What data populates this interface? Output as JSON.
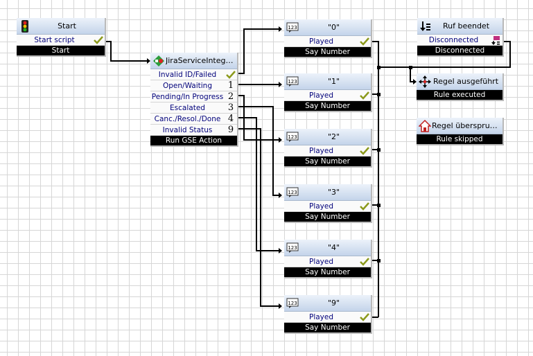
{
  "start": {
    "title": "Start",
    "icon": "traffic-light-icon",
    "row_label": "Start script",
    "footer": "Start"
  },
  "jira": {
    "title": "JiraServiceIntegra...",
    "icon": "gse-action-icon",
    "rows": [
      {
        "label": "Invalid ID/Failed",
        "marker": "check"
      },
      {
        "label": "Open/Waiting",
        "marker": "1"
      },
      {
        "label": "Pending/In Progress",
        "marker": "2"
      },
      {
        "label": "Escalated",
        "marker": "3"
      },
      {
        "label": "Canc./Resol./Done",
        "marker": "4"
      },
      {
        "label": "Invalid Status",
        "marker": "9"
      }
    ],
    "footer": "Run GSE Action"
  },
  "say_numbers": [
    {
      "title": "\"0\"",
      "row_label": "Played",
      "footer": "Say Number"
    },
    {
      "title": "\"1\"",
      "row_label": "Played",
      "footer": "Say Number"
    },
    {
      "title": "\"2\"",
      "row_label": "Played",
      "footer": "Say Number"
    },
    {
      "title": "\"3\"",
      "row_label": "Played",
      "footer": "Say Number"
    },
    {
      "title": "\"4\"",
      "row_label": "Played",
      "footer": "Say Number"
    },
    {
      "title": "\"9\"",
      "row_label": "Played",
      "footer": "Say Number"
    }
  ],
  "say_number_icon": "speech-123-icon",
  "ruf_beendet": {
    "title": "Ruf beendet",
    "icon": "hangup-arrow-icon",
    "row_label": "Disconnected",
    "footer": "Disconnected"
  },
  "regel_ausgefuehrt": {
    "title": "Regel ausgeführt",
    "icon": "rule-move-icon",
    "footer": "Rule executed"
  },
  "regel_uebersprungen": {
    "title": "Regel übersprungen",
    "icon": "house-skip-icon",
    "footer": "Rule skipped"
  },
  "colors": {
    "header_top": "#ecf2fa",
    "header_bottom": "#c4d4ea",
    "label_text": "#00007a",
    "check": "#8c9a1c",
    "footer_bg": "#000000"
  }
}
